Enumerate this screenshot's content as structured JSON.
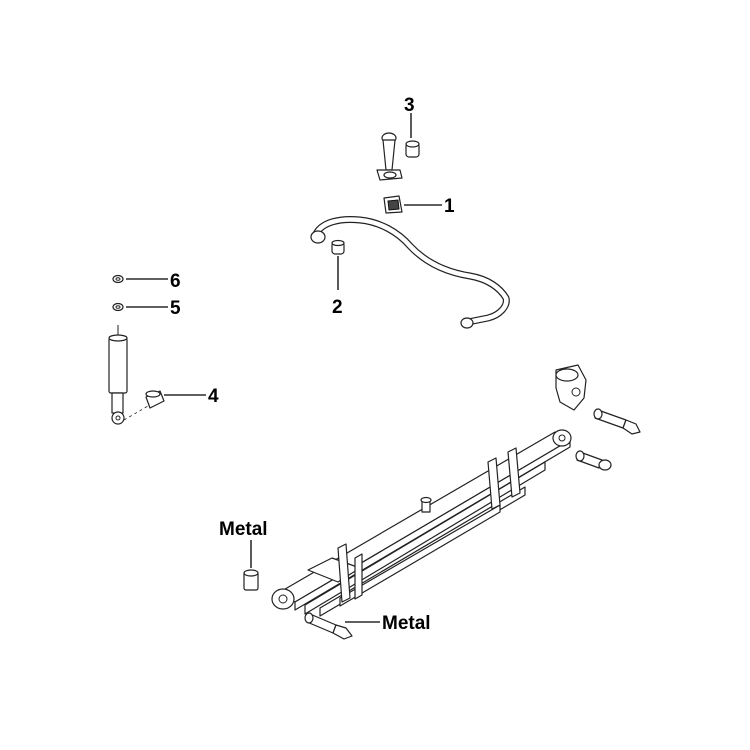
{
  "callouts": {
    "c1": "1",
    "c2": "2",
    "c3": "3",
    "c4": "4",
    "c5": "5",
    "c6": "6",
    "metal_bushing": "Metal",
    "metal_pin": "Metal"
  }
}
